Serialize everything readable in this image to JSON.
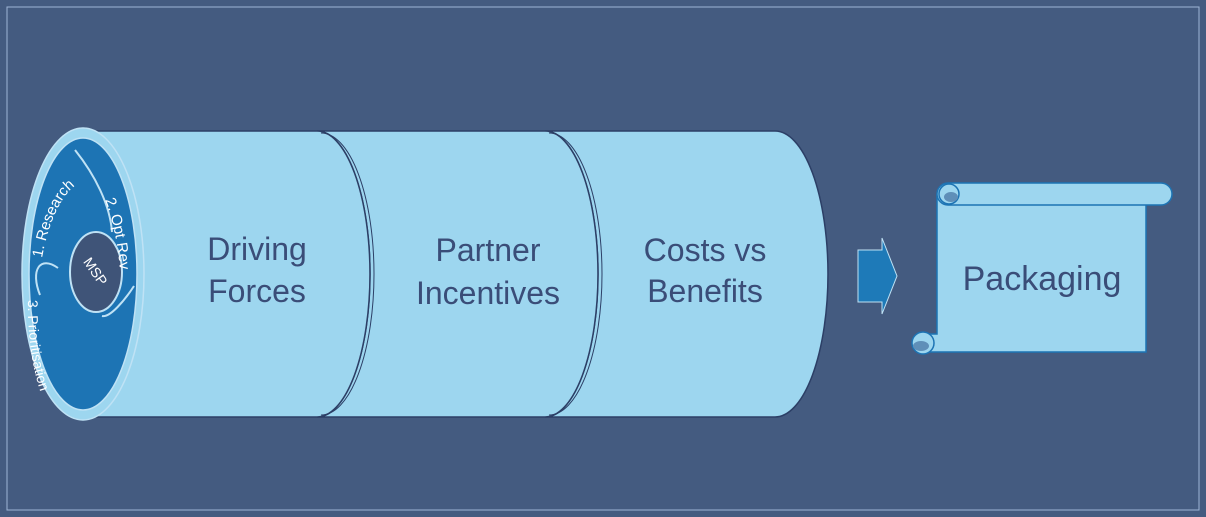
{
  "colors": {
    "background": "#445b80",
    "frame": "#9eb6d6",
    "cylinder": "#9dd6ef",
    "cylinder_stroke": "#2c3f66",
    "ring": "#1d74b4",
    "ring_stroke": "#bfe2f5",
    "hub": "#3f5478",
    "text_dark": "#3a4d78",
    "text_light": "#ffffff",
    "arrow": "#1e7ab8"
  },
  "cylinder": {
    "segments": [
      {
        "line1": "Driving",
        "line2": "Forces"
      },
      {
        "line1": "Partner",
        "line2": "Incentives"
      },
      {
        "line1": "Costs vs",
        "line2": "Benefits"
      }
    ],
    "cycle": {
      "hub_label": "MSP",
      "steps": [
        "1. Research",
        "2. Opt Rev",
        "3. Prioritisation"
      ]
    }
  },
  "arrow": {
    "icon": "right-arrow-icon"
  },
  "scroll": {
    "label": "Packaging",
    "icon": "scroll-icon"
  }
}
